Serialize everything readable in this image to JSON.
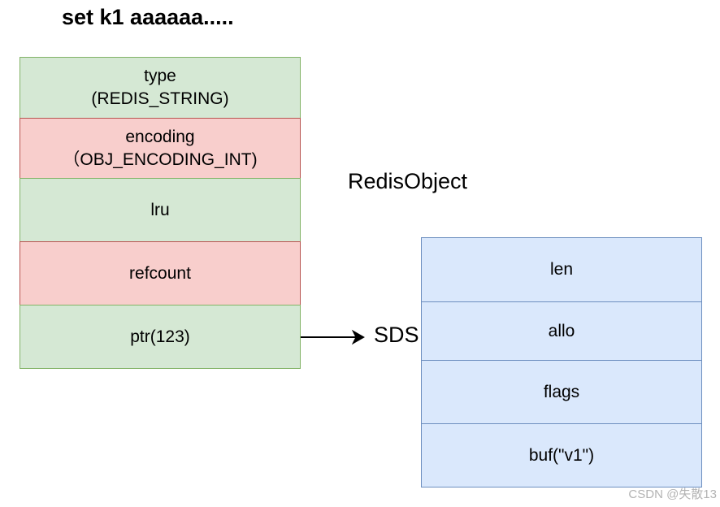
{
  "title": "set k1 aaaaaa.....",
  "redis_object": {
    "label": "RedisObject",
    "fields": [
      {
        "text": "type\n(REDIS_STRING)",
        "color": "#d5e8d4"
      },
      {
        "text": "encoding\n（OBJ_ENCODING_INT)",
        "color": "#f8cecc"
      },
      {
        "text": "lru",
        "color": "#d5e8d4"
      },
      {
        "text": "refcount",
        "color": "#f8cecc"
      },
      {
        "text": "ptr(123)",
        "color": "#d5e8d4"
      }
    ]
  },
  "sds": {
    "label": "SDS",
    "fields": [
      "len",
      "allo",
      "flags",
      "buf(\"v1\")"
    ],
    "color": "#dae8fc"
  },
  "watermark": "CSDN @失散13"
}
